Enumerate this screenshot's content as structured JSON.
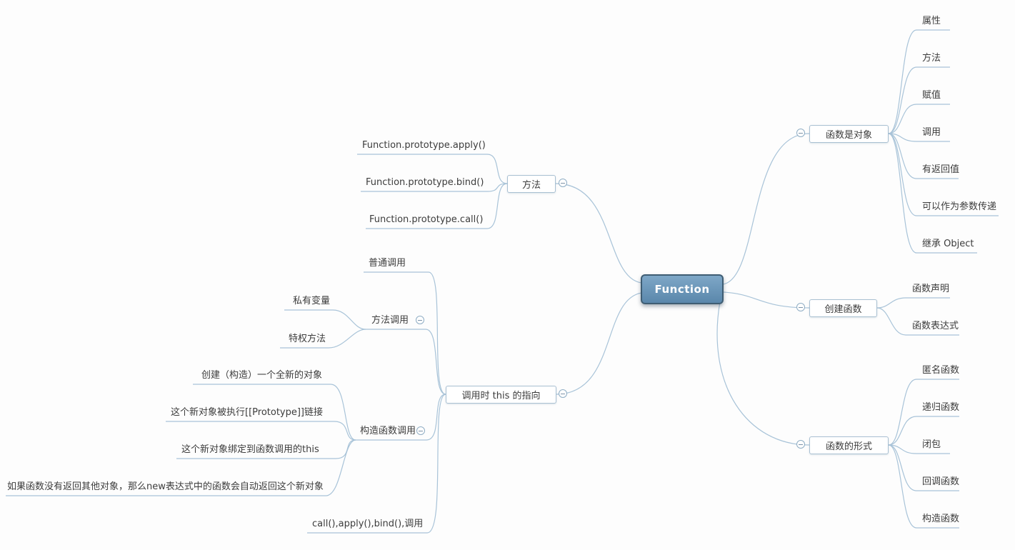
{
  "root": {
    "label": "Function"
  },
  "branches": {
    "function_is_object": {
      "label": "函数是对象",
      "children": [
        "属性",
        "方法",
        "赋值",
        "调用",
        "有返回值",
        "可以作为参数传递",
        "继承 Object"
      ]
    },
    "create_function": {
      "label": "创建函数",
      "children": [
        "函数声明",
        "函数表达式"
      ]
    },
    "function_forms": {
      "label": "函数的形式",
      "children": [
        "匿名函数",
        "递归函数",
        "闭包",
        "回调函数",
        "构造函数"
      ]
    },
    "methods": {
      "label": "方法",
      "children": [
        "Function.prototype.apply()",
        "Function.prototype.bind()",
        "Function.prototype.call()"
      ]
    },
    "this_binding": {
      "label": "调用时 this 的指向",
      "children": {
        "normal_call": {
          "label": "普通调用"
        },
        "method_call": {
          "label": "方法调用",
          "children": [
            "私有变量",
            "特权方法"
          ]
        },
        "constructor_call": {
          "label": "构造函数调用",
          "children": [
            "创建（构造）一个全新的对象",
            "这个新对象被执行[[Prototype]]链接",
            "这个新对象绑定到函数调用的this",
            "如果函数没有返回其他对象，那么new表达式中的函数会自动返回这个新对象"
          ]
        },
        "explicit_call": {
          "label": "call(),apply(),bind(),调用"
        }
      }
    }
  },
  "colors": {
    "branch_line": "#a8c3d8",
    "root_bg_top": "#7ea7c7",
    "root_bg_bottom": "#5a87ab",
    "root_border": "#3f5d73",
    "node_border": "#a9c0d2",
    "text": "#3c3c3c"
  }
}
